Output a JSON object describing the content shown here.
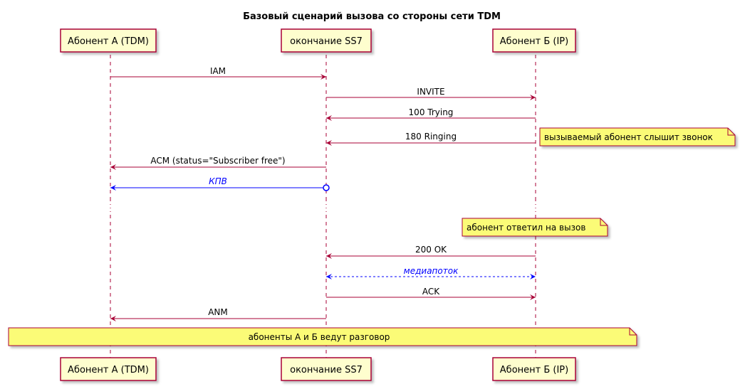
{
  "title": "Базовый сценарий вызова со стороны сети TDM",
  "colors": {
    "participant_fill": "#FEFECE",
    "participant_border": "#A80036",
    "arrow_default": "#A80036",
    "arrow_blue": "#0000FF",
    "note_fill": "#FBFB77",
    "lifeline": "#A80036",
    "blue_text": "#0000FF"
  },
  "participants": [
    {
      "id": "A",
      "label": "Абонент А (TDM)"
    },
    {
      "id": "S",
      "label": "окончание SS7"
    },
    {
      "id": "B",
      "label": "Абонент Б (IP)"
    }
  ],
  "messages": [
    {
      "from": "A",
      "to": "S",
      "label": "IAM",
      "style": "solid"
    },
    {
      "from": "S",
      "to": "B",
      "label": "INVITE",
      "style": "solid"
    },
    {
      "from": "B",
      "to": "S",
      "label": "100 Trying",
      "style": "solid"
    },
    {
      "from": "B",
      "to": "S",
      "label": "180 Ringing",
      "style": "solid"
    },
    {
      "from": "S",
      "to": "A",
      "label": "ACM (status=\"Subscriber free\")",
      "style": "solid"
    },
    {
      "from": "S",
      "to": "A",
      "label": "КПВ",
      "style": "blue-circle",
      "italic": true
    },
    {
      "from": "B",
      "to": "S",
      "label": "200 OK",
      "style": "solid"
    },
    {
      "from": "S",
      "to": "B",
      "label": "медиапоток",
      "style": "blue-dashed-both",
      "italic": true
    },
    {
      "from": "S",
      "to": "B",
      "label": "ACK",
      "style": "solid"
    },
    {
      "from": "S",
      "to": "A",
      "label": "ANM",
      "style": "solid"
    }
  ],
  "notes": [
    {
      "label": "вызываемый абонент слышит звонок"
    },
    {
      "label": "абонент ответил на вызов"
    },
    {
      "label": "абоненты А и Б ведут разговор"
    }
  ]
}
